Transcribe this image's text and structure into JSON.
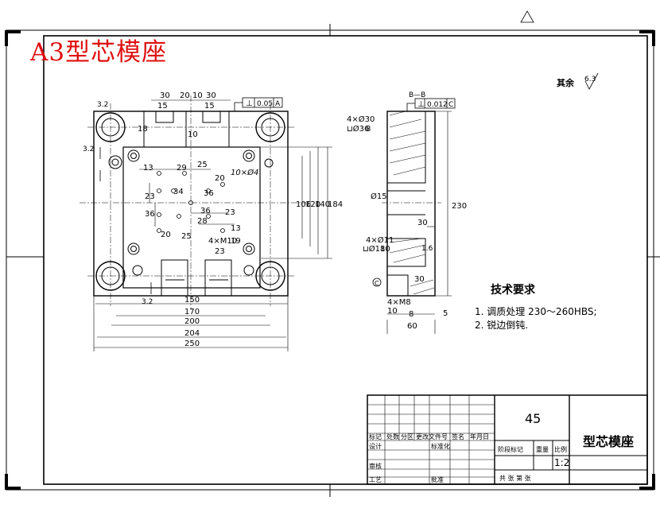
{
  "sheet_label": "A3型芯模座",
  "roughness_note": {
    "label": "其余",
    "value": "6.3"
  },
  "dims": {
    "top": [
      "30",
      "20",
      "10",
      "30",
      "15",
      "15",
      "18",
      "10"
    ],
    "roughness_left": "3.2",
    "roughness_side": "3.2",
    "tol_top": {
      "symbol": "⊥",
      "value": "0.05",
      "datum": "A"
    },
    "inner": [
      "13",
      "29",
      "25",
      "20",
      "34",
      "36",
      "23",
      "36",
      "36",
      "23",
      "28",
      "13",
      "20",
      "25",
      "10×Ø4"
    ],
    "right_vertical": [
      "106",
      "120",
      "140",
      "184"
    ],
    "bottom": [
      "150",
      "170",
      "200",
      "204",
      "250"
    ],
    "holes_note": [
      "4×M10",
      "19",
      "23"
    ],
    "rough_bottom": "3.2"
  },
  "section": {
    "label": "B—B",
    "tol": {
      "symbol": "⊥",
      "value": "0.012",
      "datum": "C"
    },
    "holes_top": [
      "4×Ø30",
      "⊔Ø36",
      "8"
    ],
    "dims": [
      "230",
      "30",
      "Ø15",
      "30",
      "8",
      "5",
      "60",
      "1.6"
    ],
    "holes_mid": [
      "4×Ø11",
      "⊔Ø18",
      "10"
    ],
    "holes_bot": [
      "4×M8",
      "10"
    ],
    "datum": "C"
  },
  "tech_requirements": {
    "title": "技术要求",
    "items": [
      "1. 调质处理 230～260HBS;",
      "2. 锐边倒钝."
    ]
  },
  "title_block": {
    "material": "45",
    "part_name": "型芯模座",
    "scale": "1:2",
    "headers": [
      "标记",
      "处数",
      "分区",
      "更改文件号",
      "签名",
      "年月日"
    ],
    "row_design": [
      "设计",
      "标准化"
    ],
    "row_check": "审核",
    "row_process": [
      "工艺",
      "批准"
    ],
    "cols": [
      "阶段标记",
      "重量",
      "比例"
    ],
    "sheets": "共  张 第  张"
  }
}
